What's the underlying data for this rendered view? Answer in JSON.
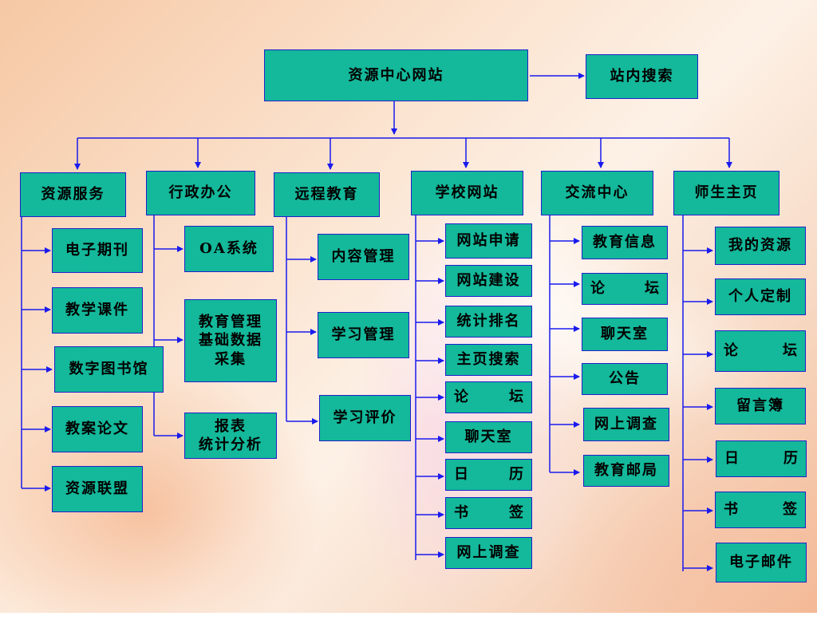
{
  "root": "资源中心网站",
  "search": "站内搜索",
  "categories": [
    "资源服务",
    "行政办公",
    "远程教育",
    "学校网站",
    "交流中心",
    "师生主页"
  ],
  "resource_service": [
    "电子期刊",
    "教学课件",
    "数字图书馆",
    "教案论文",
    "资源联盟"
  ],
  "admin_office": [
    "OA系统",
    "教育管理\n基础数据\n采集",
    "报表\n统计分析"
  ],
  "remote_edu": [
    "内容管理",
    "学习管理",
    "学习评价"
  ],
  "school_site": [
    "网站申请",
    "网站建设",
    "统计排名",
    "主页搜索",
    [
      "论",
      "坛"
    ],
    "聊天室",
    [
      "日",
      "历"
    ],
    [
      "书",
      "签"
    ],
    "网上调查"
  ],
  "exchange_center": [
    "教育信息",
    [
      "论",
      "坛"
    ],
    "聊天室",
    "公告",
    "网上调查",
    "教育邮局"
  ],
  "homepage": [
    "我的资源",
    "个人定制",
    [
      "论",
      "坛"
    ],
    "留言簿",
    [
      "日",
      "历"
    ],
    [
      "书",
      "签"
    ],
    "电子邮件"
  ],
  "colors": {
    "box_fill": "#14b89a",
    "box_border": "#2020cc",
    "line": "#1a1aee"
  }
}
